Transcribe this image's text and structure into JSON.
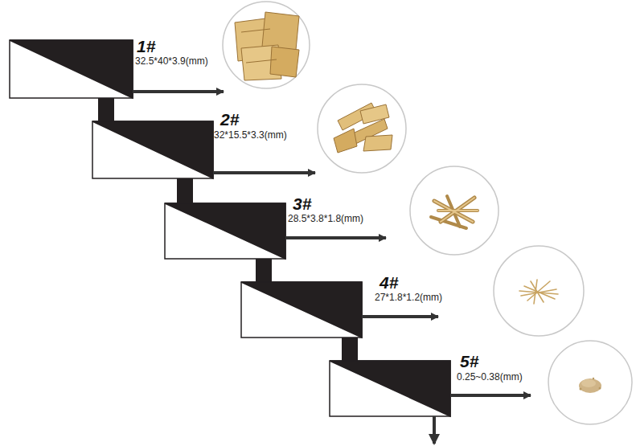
{
  "diagram": {
    "labels": [
      "1#",
      "32.5*40*3.9(mm)",
      "2#",
      "32*15.5*3.3(mm)",
      "3#",
      "28.5*3.8*1.8(mm)",
      "4#",
      "27*1.8*1.2(mm)",
      "5#",
      "0.25~0.38(mm)"
    ]
  }
}
